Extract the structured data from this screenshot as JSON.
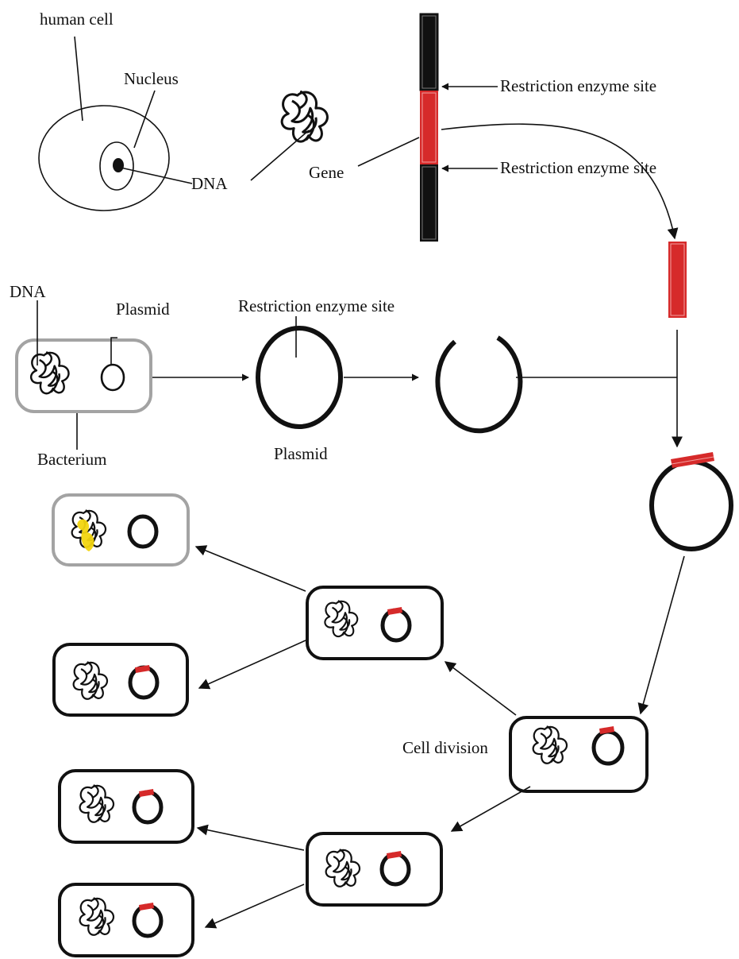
{
  "labels": {
    "human_cell": "human cell",
    "nucleus": "Nucleus",
    "dna_cell": "DNA",
    "gene": "Gene",
    "restriction_site_top": "Restriction enzyme site",
    "restriction_site_bottom": "Restriction enzyme site",
    "dna_bacterium": "DNA",
    "plasmid_in_bacterium": "Plasmid",
    "restriction_site_plasmid": "Restriction enzyme site",
    "plasmid": "Plasmid",
    "bacterium": "Bacterium",
    "cell_division": "Cell division"
  },
  "colors": {
    "gene": "#d62a2a",
    "dna_strand": "#111111",
    "bacterium_outline_original": "#a3a3a3",
    "bacterium_outline": "#111111",
    "non_recombinant_dna": "#f2d50f"
  },
  "icons": [
    "coiled-dna-icon",
    "plasmid-ring-icon"
  ]
}
